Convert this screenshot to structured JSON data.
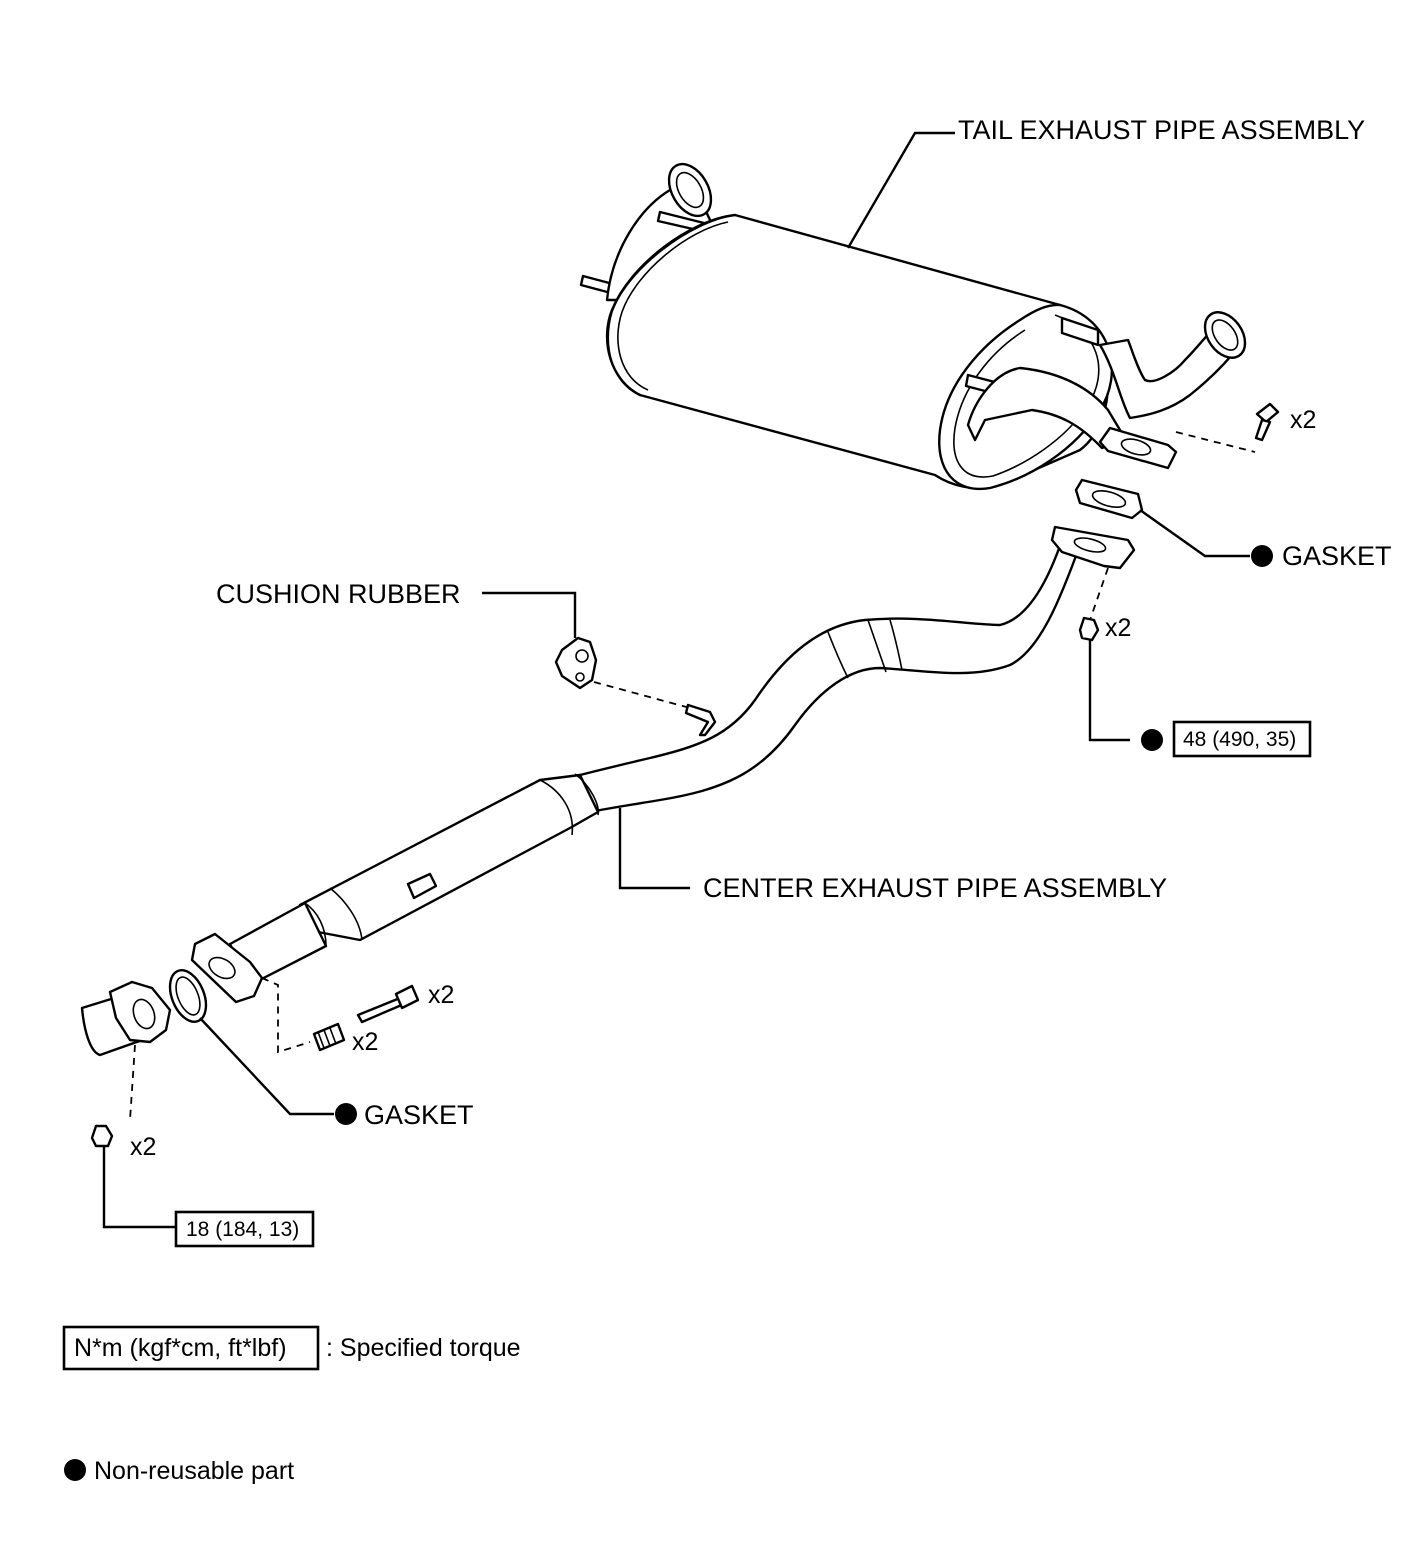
{
  "labels": {
    "tail_exhaust_pipe": "TAIL EXHAUST PIPE ASSEMBLY",
    "center_exhaust_pipe": "CENTER EXHAUST PIPE ASSEMBLY",
    "cushion_rubber": "CUSHION RUBBER",
    "gasket_upper": "GASKET",
    "gasket_lower": "GASKET"
  },
  "quantities": {
    "tail_bolt": "x2",
    "center_nut": "x2",
    "front_bolt": "x2",
    "front_spring": "x2",
    "front_nut": "x2"
  },
  "torque": {
    "center_to_tail": "48 (490, 35)",
    "front_flange": "18 (184, 13)"
  },
  "legend": {
    "torque_box": "N*m (kgf*cm, ft*lbf)",
    "torque_text": ": Specified torque",
    "nonreusable_text": "Non-reusable part"
  }
}
